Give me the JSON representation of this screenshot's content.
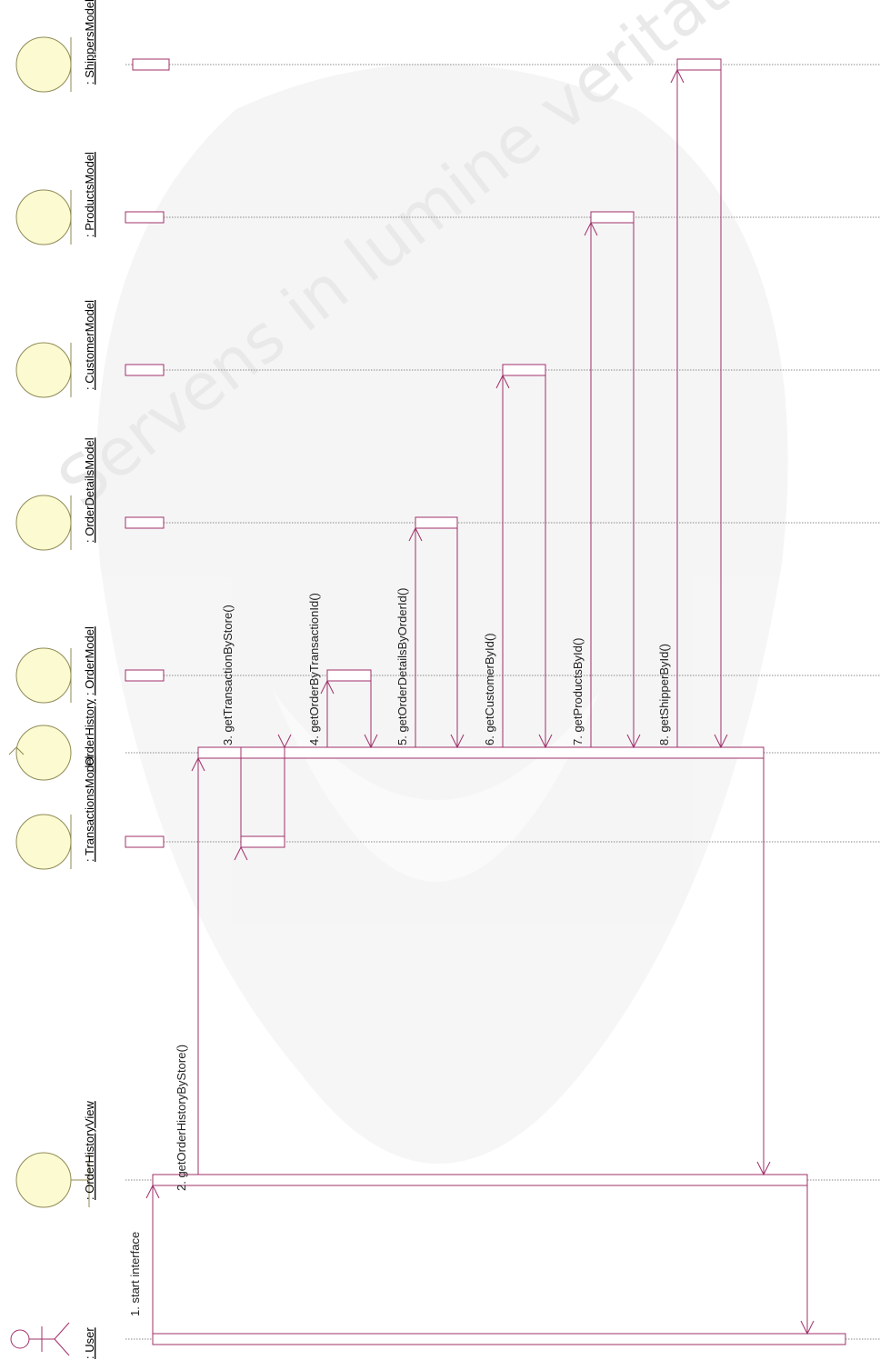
{
  "watermark": {
    "text": "Servens in lumine veritatis"
  },
  "lifelines": [
    {
      "id": "user",
      "label": ": User",
      "kind": "actor"
    },
    {
      "id": "view",
      "label": ": OrderHistoryView",
      "kind": "boundary"
    },
    {
      "id": "ctrl",
      "label": ": OrderHistory",
      "kind": "control"
    },
    {
      "id": "trans",
      "label": ": TransactionsModel",
      "kind": "entity"
    },
    {
      "id": "order",
      "label": ": OrderModel",
      "kind": "entity"
    },
    {
      "id": "detail",
      "label": ": OrderDetailsModel",
      "kind": "entity"
    },
    {
      "id": "cust",
      "label": ": CustomerModel",
      "kind": "entity"
    },
    {
      "id": "prod",
      "label": ": ProductsModel",
      "kind": "entity"
    },
    {
      "id": "ship",
      "label": ": ShippersModel",
      "kind": "entity"
    }
  ],
  "messages": [
    {
      "label": "1. start interface",
      "from": "user",
      "to": "view"
    },
    {
      "label": "2. getOrderHistoryByStore()",
      "from": "view",
      "to": "ctrl"
    },
    {
      "label": "3. getTransactionByStore()",
      "from": "ctrl",
      "to": "trans"
    },
    {
      "label": "4. getOrderByTransactionId()",
      "from": "ctrl",
      "to": "order"
    },
    {
      "label": "5. getOrderDetailsByOrderId()",
      "from": "ctrl",
      "to": "detail"
    },
    {
      "label": "6. getCustomerById()",
      "from": "ctrl",
      "to": "cust"
    },
    {
      "label": "7. getProductsById()",
      "from": "ctrl",
      "to": "prod"
    },
    {
      "label": "8. getShipperById()",
      "from": "ctrl",
      "to": "ship"
    }
  ],
  "colors": {
    "line": "#a0306a",
    "lifeline": "#8a8a8a",
    "entity_fill": "#fbfad0",
    "entity_stroke": "#8f8a56"
  }
}
